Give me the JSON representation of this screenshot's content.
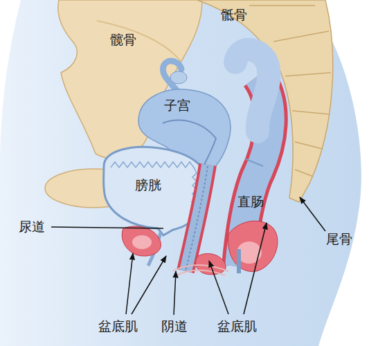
{
  "diagram": {
    "labels": [
      "骶骨",
      "髋骨",
      "子宫",
      "膀胱",
      "尿道",
      "直肠",
      "尾骨",
      "盆底肌",
      "阴道",
      "盆底肌"
    ]
  }
}
